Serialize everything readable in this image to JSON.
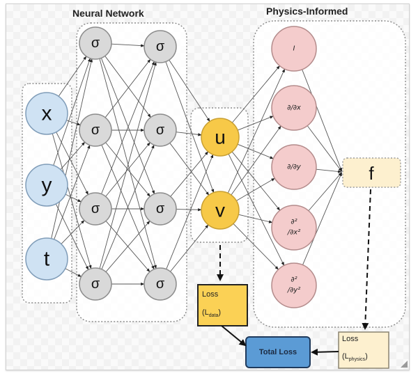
{
  "titles": {
    "neural_network": "Neural Network",
    "physics_informed": "Physics-Informed"
  },
  "colors": {
    "input_fill": "#cfe2f3",
    "input_stroke": "#7f9cb8",
    "hidden_fill": "#d9d9d9",
    "hidden_stroke": "#8c8c8c",
    "output_fill": "#f7c948",
    "output_stroke": "#c9a032",
    "physics_fill": "#f4cccc",
    "physics_stroke": "#b38b8b",
    "f_fill": "#fdf0cf",
    "loss_data_fill": "#fbd155",
    "loss_physics_fill": "#fdf0cf",
    "total_loss_fill": "#5b9bd5"
  },
  "inputs": [
    {
      "id": "x",
      "label": "x"
    },
    {
      "id": "y",
      "label": "y"
    },
    {
      "id": "t",
      "label": "t"
    }
  ],
  "hidden_layers": [
    {
      "name": "hidden-layer-1",
      "nodes": [
        "σ",
        "σ",
        "σ",
        "σ"
      ]
    },
    {
      "name": "hidden-layer-2",
      "nodes": [
        "σ",
        "σ",
        "σ",
        "σ"
      ]
    }
  ],
  "outputs": [
    {
      "id": "u",
      "label": "u"
    },
    {
      "id": "v",
      "label": "v"
    }
  ],
  "physics_nodes": [
    {
      "id": "identity",
      "line1": "I",
      "line2": ""
    },
    {
      "id": "d-dx",
      "line1": "∂/∂x",
      "line2": ""
    },
    {
      "id": "d-dy",
      "line1": "∂/∂y",
      "line2": ""
    },
    {
      "id": "d2-dx2",
      "line1": "∂²",
      "line2": "/∂x²"
    },
    {
      "id": "d2-dy2",
      "line1": "∂²",
      "line2": "/∂y²"
    }
  ],
  "residual": {
    "label": "f"
  },
  "loss_data": {
    "line1": "Loss",
    "line2_main": "(L",
    "line2_sub": "data",
    "line2_end": ")"
  },
  "loss_physics": {
    "line1": "Loss",
    "line2_main": "(L",
    "line2_sub": "physics",
    "line2_end": ")"
  },
  "total_loss": {
    "label": "Total Loss"
  }
}
